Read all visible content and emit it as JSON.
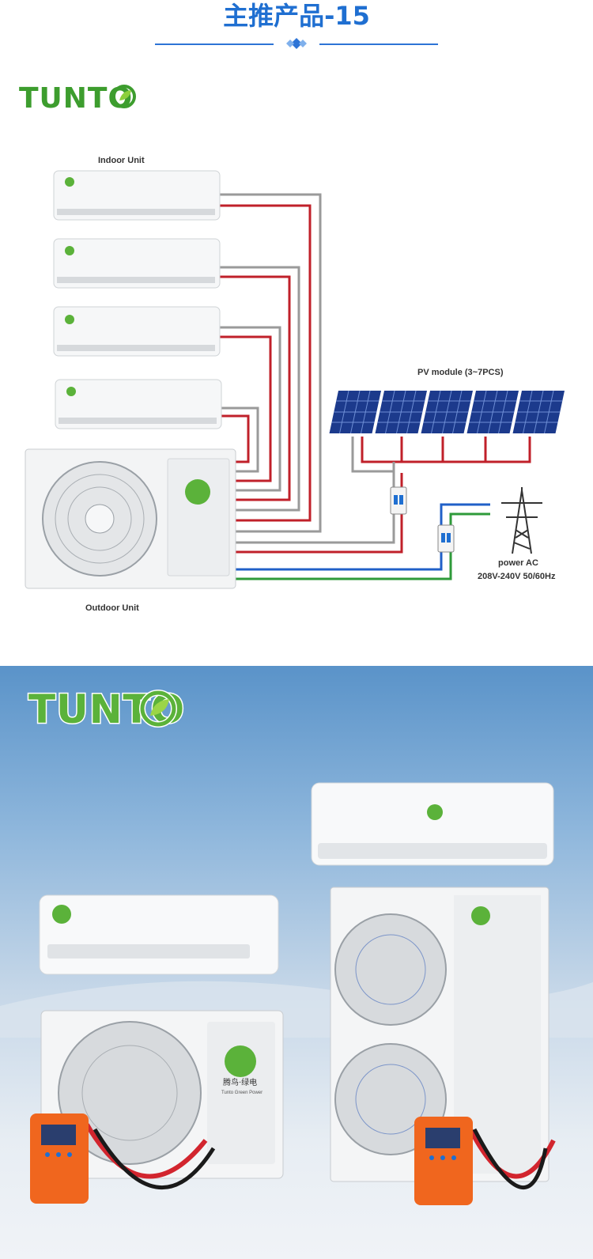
{
  "header": {
    "title": "主推产品-15"
  },
  "logo": {
    "text": "TUNTO"
  },
  "diagram": {
    "indoor_label": "Indoor Unit",
    "outdoor_label": "Outdoor Unit",
    "pv_label": "PV module (3~7PCS)",
    "power_label": "power AC",
    "voltage_label": "208V-240V  50/60Hz"
  },
  "photo": {
    "logo": "TUNTO",
    "brand_cn": "腾鸟·绿电",
    "brand_en": "Tunto Green Power"
  },
  "colors": {
    "accent_blue": "#1f6fd1",
    "logo_green": "#3d9d2e",
    "wire_red": "#c0202a",
    "wire_gray": "#9a9a9a"
  }
}
